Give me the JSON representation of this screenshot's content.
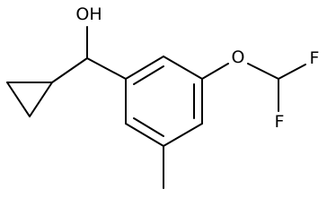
{
  "molecule": {
    "atoms": {
      "hydroxyl": "OH",
      "ether_oxygen": "O",
      "fluorine_top": "F",
      "fluorine_bottom": "F"
    }
  }
}
